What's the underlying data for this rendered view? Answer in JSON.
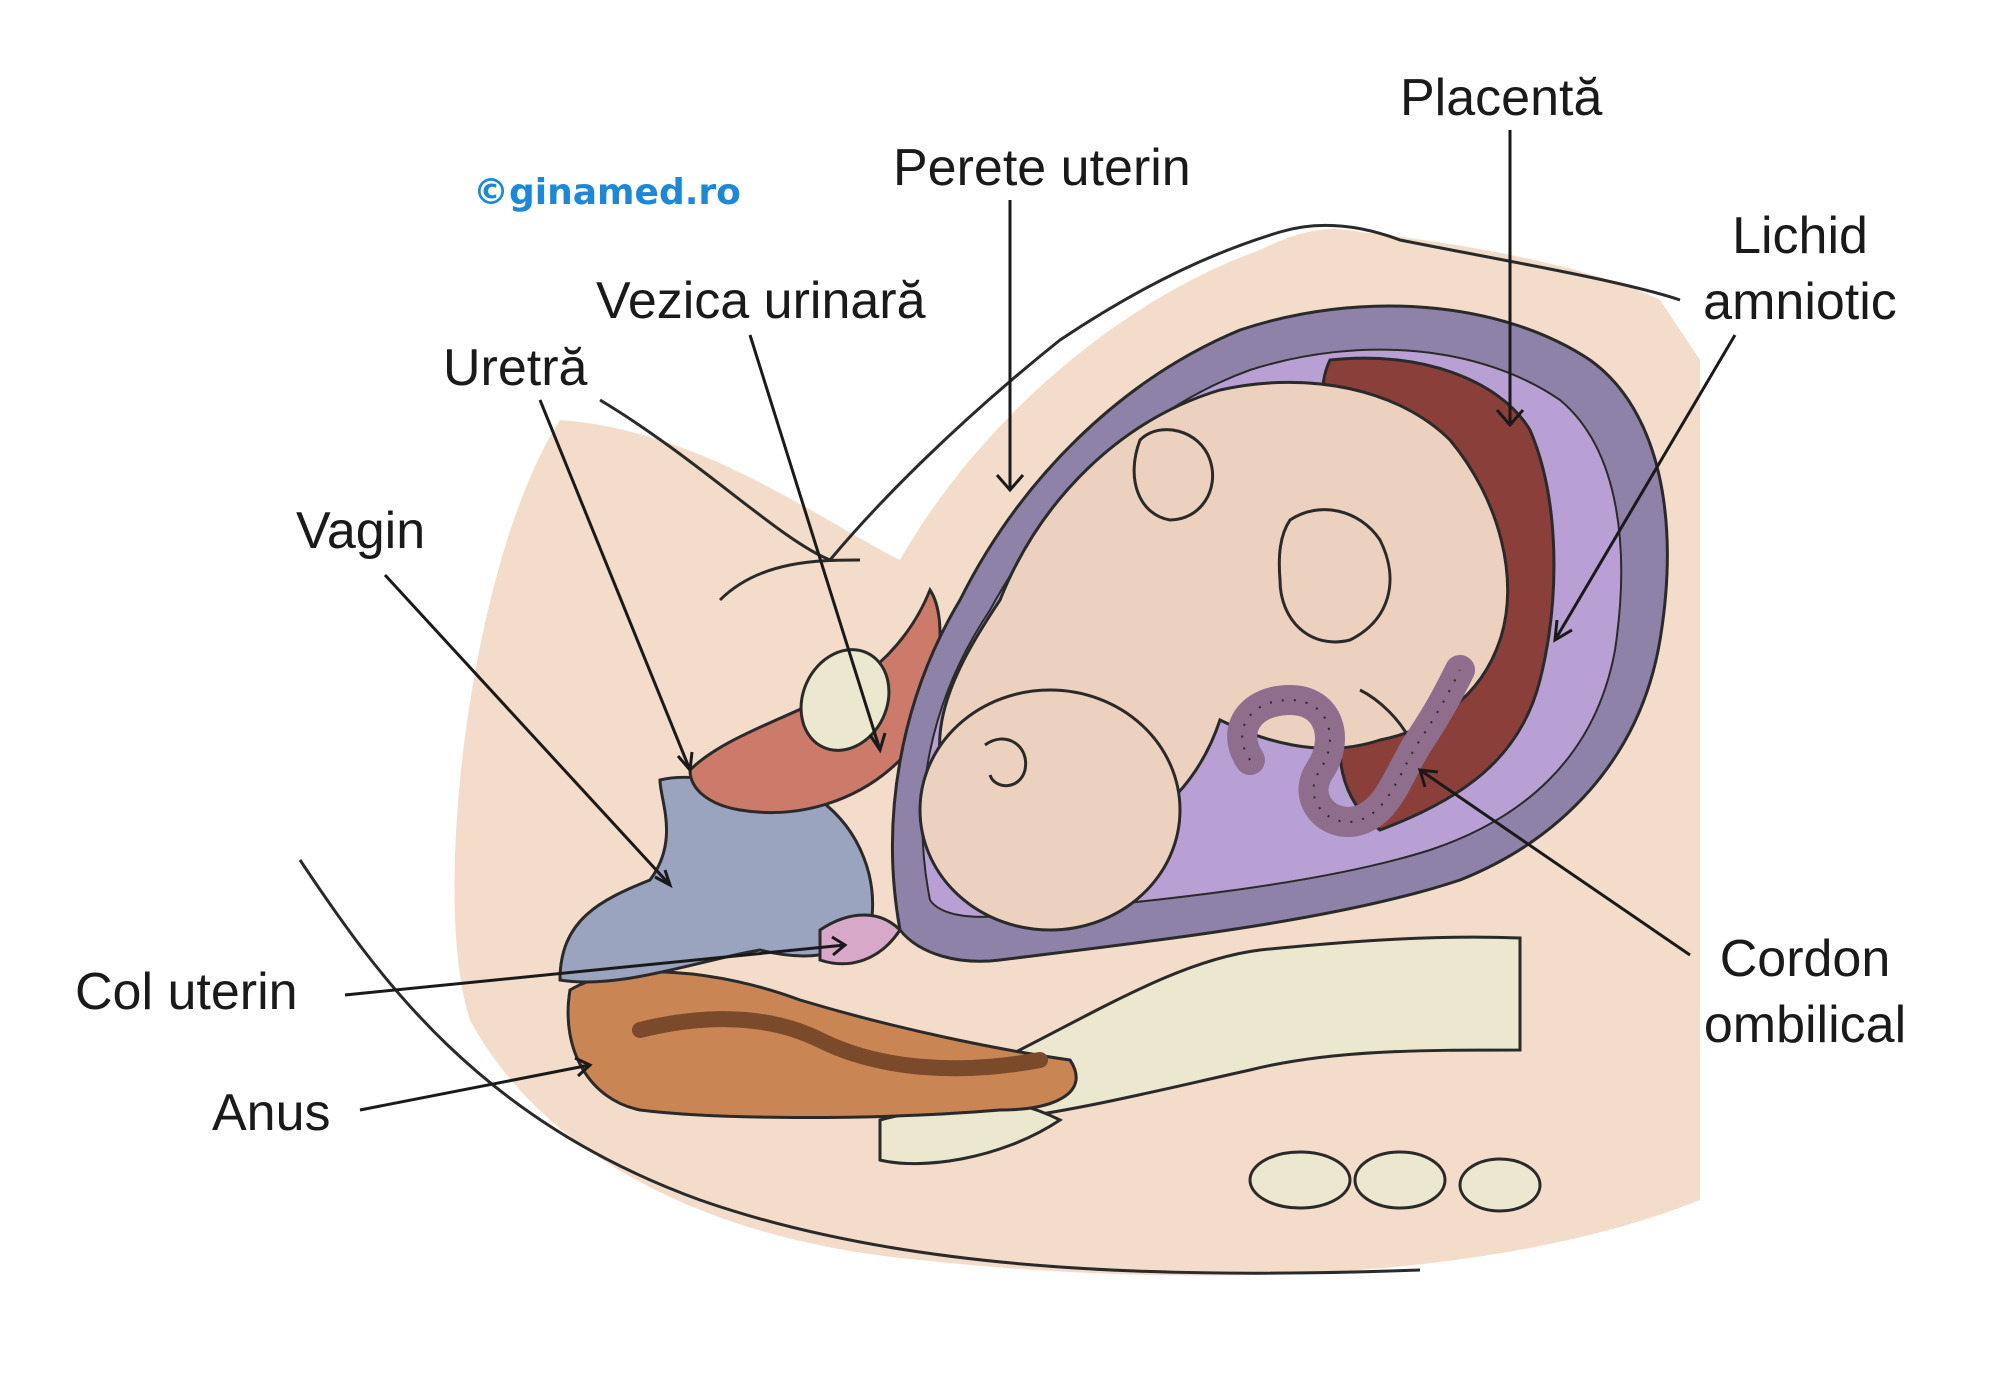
{
  "copyright": {
    "text": "©ginamed.ro",
    "color": "#1e88d8"
  },
  "labels": {
    "placenta": "Placentă",
    "perete_uterin": "Perete uterin",
    "lichid_line1": "Lichid",
    "lichid_line2": "amniotic",
    "vezica_urinara": "Vezica urinară",
    "uretra": "Uretră",
    "vagin": "Vagin",
    "col_uterin": "Col uterin",
    "anus": "Anus",
    "cordon_line1": "Cordon",
    "cordon_line2": "ombilical"
  },
  "colors": {
    "skin": "#f3dcc9",
    "uterus_wall": "#8e82a8",
    "amniotic": "#b8a0d4",
    "placenta": "#8a3f3a",
    "fetus": "#ecd1bf",
    "cord": "#8e6e8c",
    "vagina": "#9aa4bf",
    "rectum": "#c98654",
    "spine": "#ece7cf",
    "bladder": "#cc7a6a",
    "outline": "#2a2a2a"
  }
}
